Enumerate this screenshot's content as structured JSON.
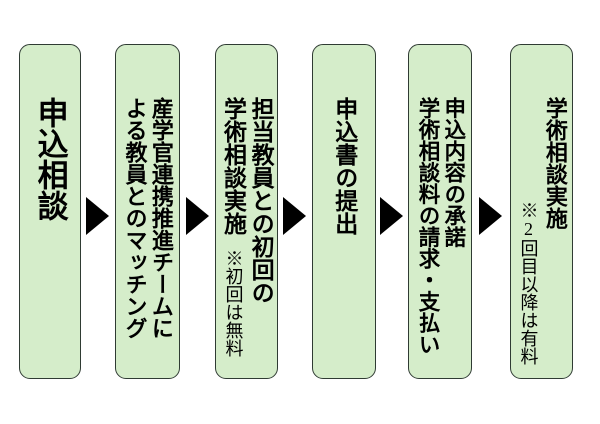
{
  "steps": [
    {
      "label_line1": "申込相談"
    },
    {
      "label_line1": "産学官連携推進チームに",
      "label_line2": "よる教員とのマッチング"
    },
    {
      "label_line1": "担当教員との初回の",
      "label_line2": "学術相談実施",
      "note": "※初回は無料"
    },
    {
      "label_line1": "申込書の提出"
    },
    {
      "label_line1": "申込内容の承諾",
      "label_line2": "学術相談料の請求・支払い"
    },
    {
      "label_line1": "学術相談実施",
      "note": "※2回目以降は有料"
    }
  ],
  "icons": {
    "arrow": "right-triangle-icon"
  },
  "colors": {
    "page_background": "#ffffff",
    "box_fill": "#d5edca",
    "box_border": "#2f3b33",
    "arrow": "#000000",
    "text": "#000000"
  }
}
